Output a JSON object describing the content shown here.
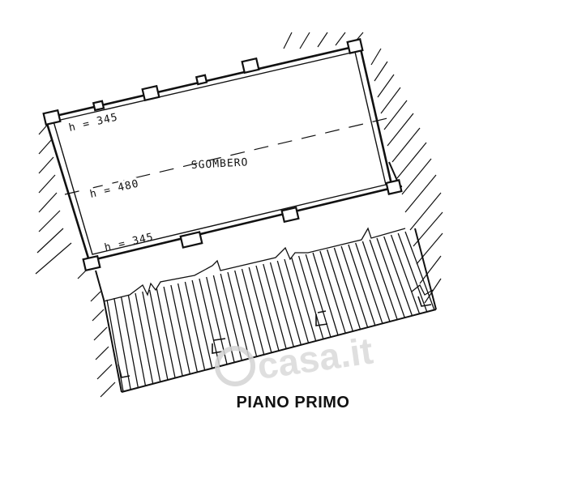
{
  "labels": {
    "room_name": "SGOMBERO",
    "height_top": "h = 345",
    "height_middle": "h = 480",
    "height_bottom": "h = 345",
    "watermark": "casa.it"
  },
  "title": "PIANO PRIMO"
}
